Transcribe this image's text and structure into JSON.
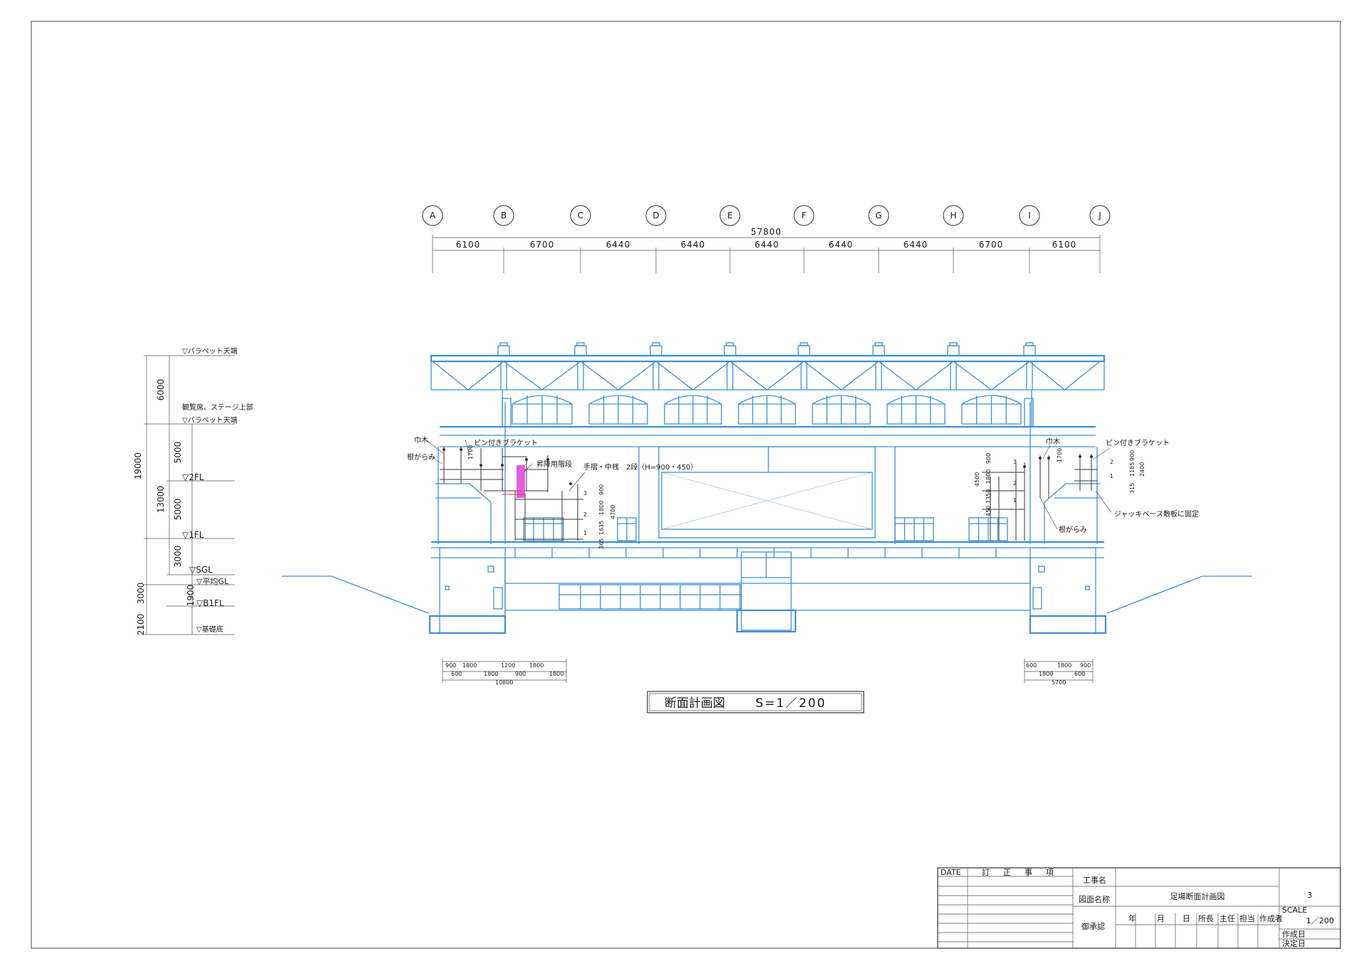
{
  "drawing": {
    "caption_title": "断面計画図",
    "caption_scale": "S=1／200",
    "grid_labels": [
      "A",
      "B",
      "C",
      "D",
      "E",
      "F",
      "G",
      "H",
      "I",
      "J"
    ],
    "total_span": "57800",
    "spans": [
      "6100",
      "6700",
      "6440",
      "6440",
      "6440",
      "6440",
      "6440",
      "6700",
      "6100"
    ],
    "levels": {
      "parapet_top": "▽パラペット天端",
      "audience_stage_top": "観覧席、ステージ上部",
      "parapet_top_2": "▽パラペット天端",
      "fl2": "▽2FL",
      "fl1": "▽1FL",
      "sgl": "▽SGL",
      "avg_gl": "▽平均GL",
      "b1fl": "▽B1FL",
      "foundation": "▽基礎底"
    },
    "level_dims": {
      "d6000": "6000",
      "d19000": "19000",
      "d5000a": "5000",
      "d13000": "13000",
      "d5000b": "5000",
      "d3000a": "3000",
      "d3000b": "3000",
      "d1900": "1900",
      "d2100": "2100"
    },
    "annotations": {
      "habaki_left": "巾木",
      "negarami_left": "根がらみ",
      "bracket_left": "ピン付きブラケット",
      "stair": "昇降用階段",
      "handrail": "手摺・中桟　2段（H=900・450）",
      "habaki_right": "巾木",
      "bracket_right": "ピン付きブラケット",
      "jack_base": "ジャッキベース敷板に固定",
      "negarami_right": "根がらみ"
    },
    "left_scaffold_dims": {
      "d1700": "1700",
      "lv3": "3",
      "lv2": "2",
      "lv1": "1",
      "v900": "900",
      "v1800": "1800",
      "v1635": "1635",
      "v365": "365",
      "v4700": "4700"
    },
    "right_scaffold_dims": {
      "d1700": "1700",
      "lv3": "3",
      "lv2": "2",
      "lv1": "1",
      "v900": "900",
      "v1800": "1800",
      "v1350": "1350",
      "v450": "450",
      "v4500": "4500",
      "r2": "2",
      "r1": "1",
      "r900": "900",
      "r1185": "1185",
      "r315": "315",
      "r2400": "2400"
    },
    "bottom_left_dims": {
      "top": [
        "900",
        "1800",
        "1200",
        "1800"
      ],
      "bottom": [
        "600",
        "1800",
        "900",
        "1800"
      ],
      "total": "10800"
    },
    "bottom_right_dims": {
      "top": [
        "600",
        "1800",
        "900"
      ],
      "bottom": [
        "1800",
        "600"
      ],
      "total": "5700"
    }
  },
  "title_block": {
    "date_label": "DATE",
    "revision_header": "訂　正　事　項",
    "project_label": "工事名",
    "project_value": "",
    "drawing_name_label": "図面名称",
    "drawing_name_value": "足場断面計画図",
    "approval_label": "御承認",
    "year": "年",
    "month": "月",
    "day": "日",
    "role_director": "所長",
    "role_chief": "主任",
    "role_charge": "担当",
    "role_author": "作成者",
    "sheet_number": "3",
    "scale_label": "SCALE",
    "scale_value": "1／200",
    "created_label": "作成日",
    "decided_label": "決定日"
  }
}
